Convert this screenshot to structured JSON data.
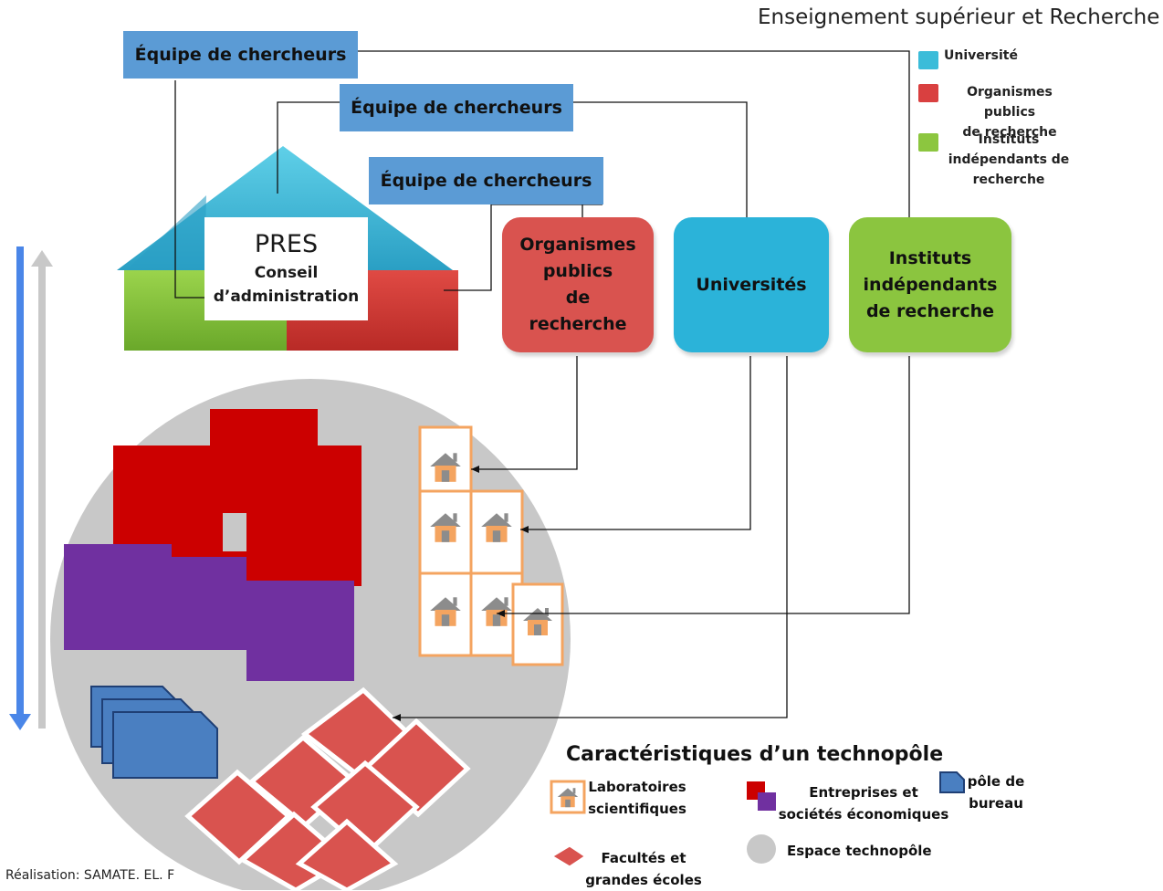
{
  "header": {
    "title": "Enseignement  supérieur et Recherche"
  },
  "legend_top": [
    {
      "label": "Université",
      "color": "#3bbcd9"
    },
    {
      "label": "Organismes publics\nde recherche",
      "color": "#d94040"
    },
    {
      "label": "Instituts\nindépendants de\nrecherche",
      "color": "#8cc63f"
    }
  ],
  "teams": [
    {
      "label": "Équipe  de chercheurs"
    },
    {
      "label": "Équipe  de chercheurs"
    },
    {
      "label": "Équipe  de chercheurs"
    }
  ],
  "pres": {
    "title": "PRES",
    "subtitle": "Conseil\nd’administration"
  },
  "organizations": [
    {
      "label": "Organismes\npublics\nde\nrecherche",
      "color": "#d9534f"
    },
    {
      "label": "Universités",
      "color": "#2bb3d9"
    },
    {
      "label": "Instituts\nindépendants\nde  recherche",
      "color": "#8bc53f"
    }
  ],
  "key": {
    "title": "Caractéristiques  d’un  technopôle",
    "items": [
      {
        "name": "labs",
        "label": "Laboratoires\nscientifiques"
      },
      {
        "name": "companies",
        "label": "Entreprises  et\nsociétés économiques"
      },
      {
        "name": "office",
        "label": "pôle  de\nbureau"
      },
      {
        "name": "faculties",
        "label": "Facultés et\ngrandes écoles"
      },
      {
        "name": "space",
        "label": "Espace  technopôle"
      }
    ]
  },
  "colors": {
    "team_blue": "#5b9bd5",
    "red": "#cc0000",
    "purple": "#7030a0",
    "orange": "#f4a460",
    "faculty_red": "#d9534f",
    "office_blue": "#4a7fc1",
    "circle_grey": "#c9c9c9"
  },
  "credit": "Réalisation: SAMATE. EL. F"
}
